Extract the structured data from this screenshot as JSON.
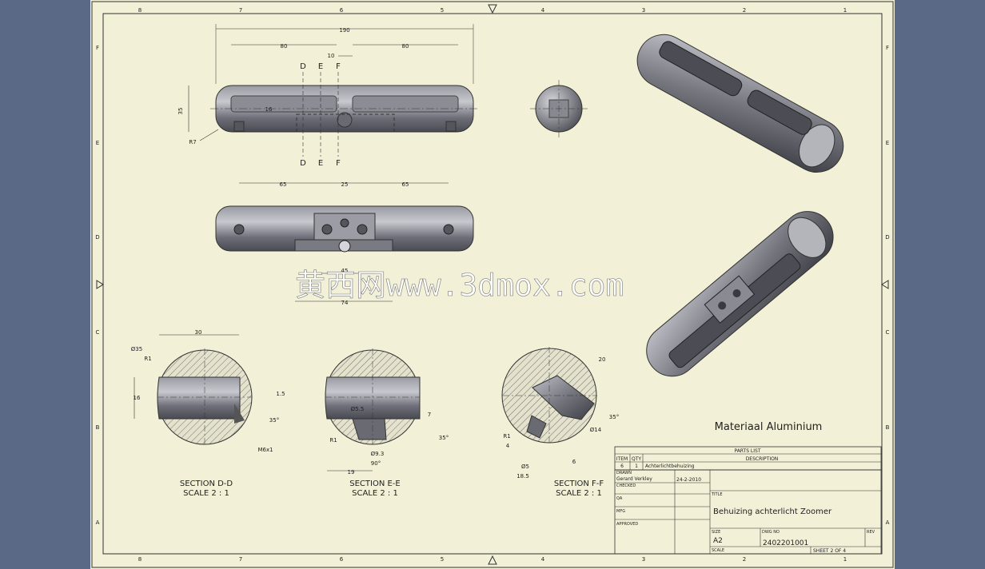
{
  "border": {
    "columns": [
      "8",
      "7",
      "6",
      "5",
      "4",
      "3",
      "2",
      "1"
    ],
    "rows": [
      "F",
      "E",
      "D",
      "C",
      "B",
      "A"
    ]
  },
  "top_view": {
    "dims": {
      "overall": "190",
      "left": "80",
      "right": "80",
      "slot": "10",
      "height": "35",
      "radius": "R7",
      "center": "16"
    },
    "section_letters": {
      "d": "D",
      "e": "E",
      "f": "F"
    }
  },
  "front_view": {
    "dims": {
      "left": "65",
      "mid": "25",
      "right": "65",
      "w45": "45",
      "w74": "74"
    }
  },
  "sections": [
    {
      "title": "SECTION D-D",
      "scale": "SCALE 2 : 1",
      "dims": {
        "d35": "Ø35",
        "w30": "30",
        "r1": "R1",
        "h16": "16",
        "ang": "35°",
        "thread": "M6x1",
        "tp": "1.5"
      }
    },
    {
      "title": "SECTION E-E",
      "scale": "SCALE 2 : 1",
      "dims": {
        "d55": "Ø5.5",
        "r1": "R1",
        "d93": "Ø9.3",
        "ang90": "90°",
        "w19": "19",
        "h7": "7",
        "ang35": "35°"
      }
    },
    {
      "title": "SECTION F-F",
      "scale": "SCALE 2 : 1",
      "dims": {
        "w20": "20",
        "ang35": "35°",
        "d14": "Ø14",
        "r1": "R1",
        "d5": "Ø5",
        "w6": "6",
        "w185": "18.5",
        "w4": "4"
      }
    }
  ],
  "watermark": "黄西网www.3dmox.com",
  "material_note": "Materiaal Aluminium",
  "parts_list": {
    "heading": "PARTS LIST",
    "columns": {
      "item": "ITEM",
      "qty": "QTY",
      "description": "DESCRIPTION"
    },
    "rows": [
      {
        "item": "6",
        "qty": "1",
        "description": "Achterlichtbehuizing"
      }
    ]
  },
  "title_block": {
    "drawn_label": "DRAWN",
    "drawn_by": "Gerard Verkley",
    "drawn_date": "24-2-2010",
    "checked_label": "CHECKED",
    "qa_label": "QA",
    "mfg_label": "MFG",
    "approved_label": "APPROVED",
    "title_label": "TITLE",
    "title": "Behuizing achterlicht Zoomer",
    "size_label": "SIZE",
    "size": "A2",
    "dwg_label": "DWG NO",
    "dwg_no": "2402201001",
    "rev_label": "REV",
    "scale_label": "SCALE",
    "sheet": "SHEET 2  OF 4"
  }
}
